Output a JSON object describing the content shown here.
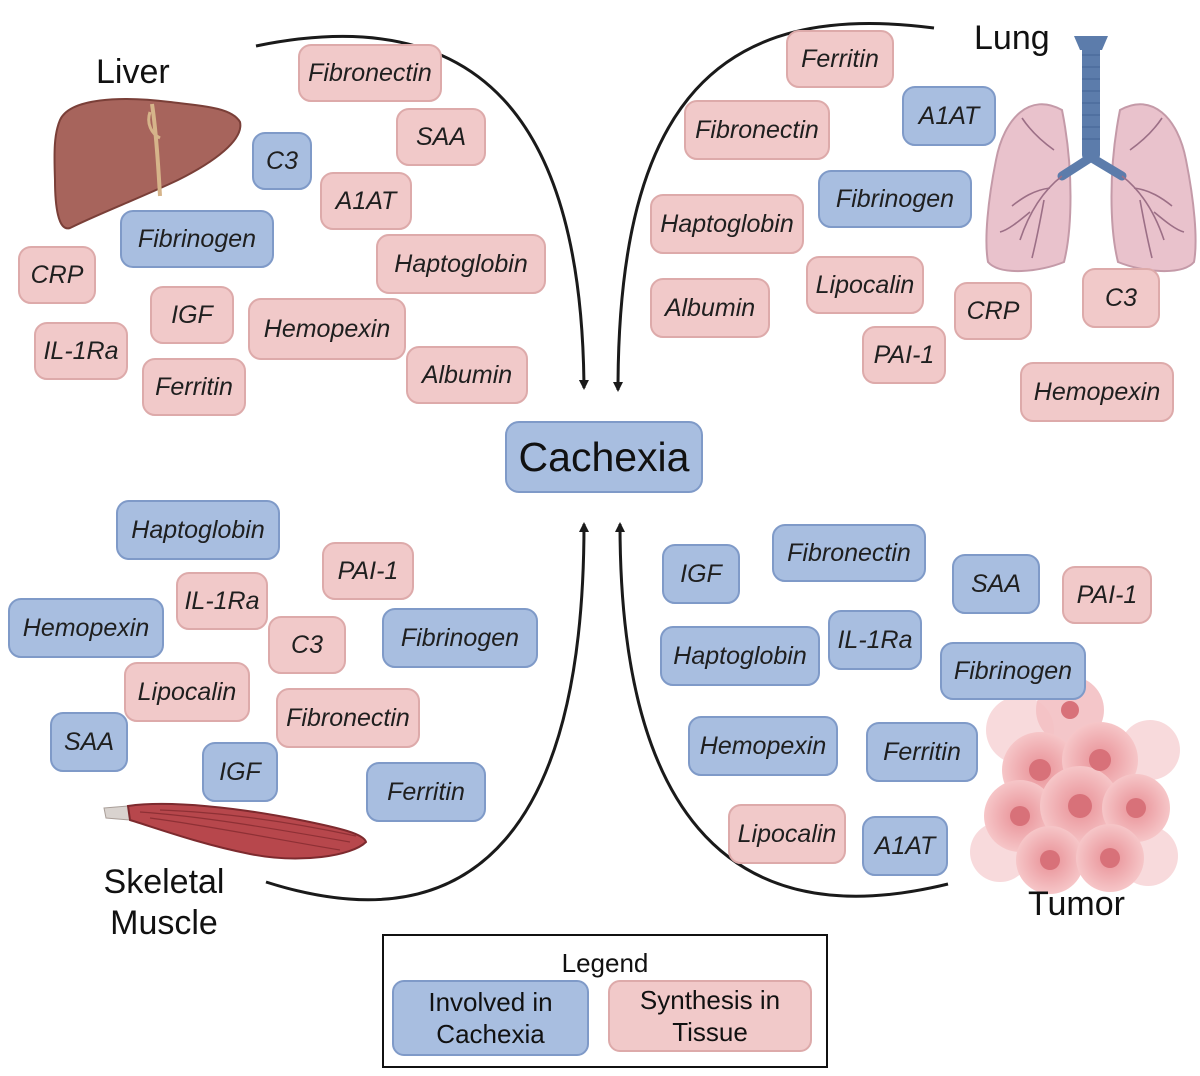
{
  "center": {
    "label": "Cachexia"
  },
  "organs": {
    "liver": {
      "label": "Liver"
    },
    "lung": {
      "label": "Lung"
    },
    "muscle": {
      "label_line1": "Skeletal",
      "label_line2": "Muscle"
    },
    "tumor": {
      "label": "Tumor"
    }
  },
  "colors": {
    "involved": "#a8bee0",
    "synthesis": "#f1c9c9",
    "arrow": "#1a1a1a"
  },
  "legend": {
    "title": "Legend",
    "involved_line1": "Involved in",
    "involved_line2": "Cachexia",
    "synthesis_line1": "Synthesis in",
    "synthesis_line2": "Tissue"
  },
  "proteins": {
    "liver": [
      {
        "label": "Fibronectin",
        "category": "synthesis"
      },
      {
        "label": "SAA",
        "category": "synthesis"
      },
      {
        "label": "C3",
        "category": "involved"
      },
      {
        "label": "A1AT",
        "category": "synthesis"
      },
      {
        "label": "Fibrinogen",
        "category": "involved"
      },
      {
        "label": "Haptoglobin",
        "category": "synthesis"
      },
      {
        "label": "CRP",
        "category": "synthesis"
      },
      {
        "label": "IGF",
        "category": "synthesis"
      },
      {
        "label": "Hemopexin",
        "category": "synthesis"
      },
      {
        "label": "IL-1Ra",
        "category": "synthesis"
      },
      {
        "label": "Ferritin",
        "category": "synthesis"
      },
      {
        "label": "Albumin",
        "category": "synthesis"
      }
    ],
    "lung": [
      {
        "label": "Ferritin",
        "category": "synthesis"
      },
      {
        "label": "A1AT",
        "category": "involved"
      },
      {
        "label": "Fibronectin",
        "category": "synthesis"
      },
      {
        "label": "Fibrinogen",
        "category": "involved"
      },
      {
        "label": "Haptoglobin",
        "category": "synthesis"
      },
      {
        "label": "Lipocalin",
        "category": "synthesis"
      },
      {
        "label": "Albumin",
        "category": "synthesis"
      },
      {
        "label": "C3",
        "category": "synthesis"
      },
      {
        "label": "CRP",
        "category": "synthesis"
      },
      {
        "label": "PAI-1",
        "category": "synthesis"
      },
      {
        "label": "Hemopexin",
        "category": "synthesis"
      }
    ],
    "muscle": [
      {
        "label": "Haptoglobin",
        "category": "involved"
      },
      {
        "label": "PAI-1",
        "category": "synthesis"
      },
      {
        "label": "IL-1Ra",
        "category": "synthesis"
      },
      {
        "label": "Hemopexin",
        "category": "involved"
      },
      {
        "label": "C3",
        "category": "synthesis"
      },
      {
        "label": "Fibrinogen",
        "category": "involved"
      },
      {
        "label": "Lipocalin",
        "category": "synthesis"
      },
      {
        "label": "Fibronectin",
        "category": "synthesis"
      },
      {
        "label": "SAA",
        "category": "involved"
      },
      {
        "label": "IGF",
        "category": "involved"
      },
      {
        "label": "Ferritin",
        "category": "involved"
      }
    ],
    "tumor": [
      {
        "label": "Fibronectin",
        "category": "involved"
      },
      {
        "label": "IGF",
        "category": "involved"
      },
      {
        "label": "SAA",
        "category": "involved"
      },
      {
        "label": "PAI-1",
        "category": "synthesis"
      },
      {
        "label": "Haptoglobin",
        "category": "involved"
      },
      {
        "label": "IL-1Ra",
        "category": "involved"
      },
      {
        "label": "Fibrinogen",
        "category": "involved"
      },
      {
        "label": "Hemopexin",
        "category": "involved"
      },
      {
        "label": "Ferritin",
        "category": "involved"
      },
      {
        "label": "Lipocalin",
        "category": "synthesis"
      },
      {
        "label": "A1AT",
        "category": "involved"
      }
    ]
  }
}
